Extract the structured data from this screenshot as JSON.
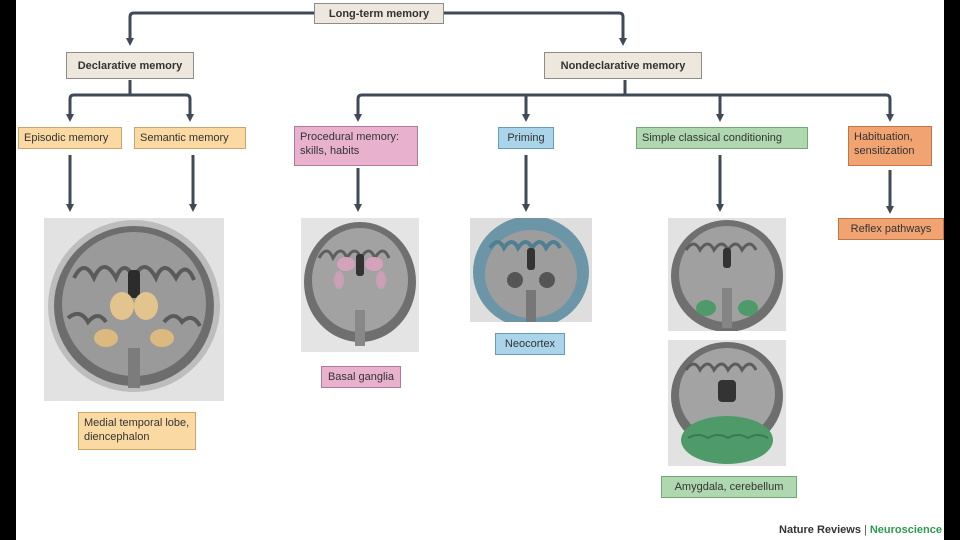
{
  "title": "Long-term memory",
  "declarative": {
    "label": "Declarative memory",
    "episodic": "Episodic memory",
    "semantic": "Semantic memory",
    "region": "Medial temporal lobe, diencephalon"
  },
  "nondeclarative": {
    "label": "Nondeclarative memory",
    "procedural": "Procedural memory: skills, habits",
    "procedural_region": "Basal ganglia",
    "priming": "Priming",
    "priming_region": "Neocortex",
    "conditioning": "Simple classical conditioning",
    "conditioning_region": "Amygdala, cerebellum",
    "habituation": "Habituation, sensitization",
    "habituation_region": "Reflex pathways"
  },
  "credit": {
    "journal": "Nature Reviews",
    "section": "Neuroscience"
  },
  "colors": {
    "yellow": "#fbd9a2",
    "pink": "#e8b2cf",
    "blue": "#a9d4ea",
    "green": "#afd8b0",
    "orange": "#f1a472",
    "beige": "#ede7dd",
    "connector": "#3f4a56"
  }
}
